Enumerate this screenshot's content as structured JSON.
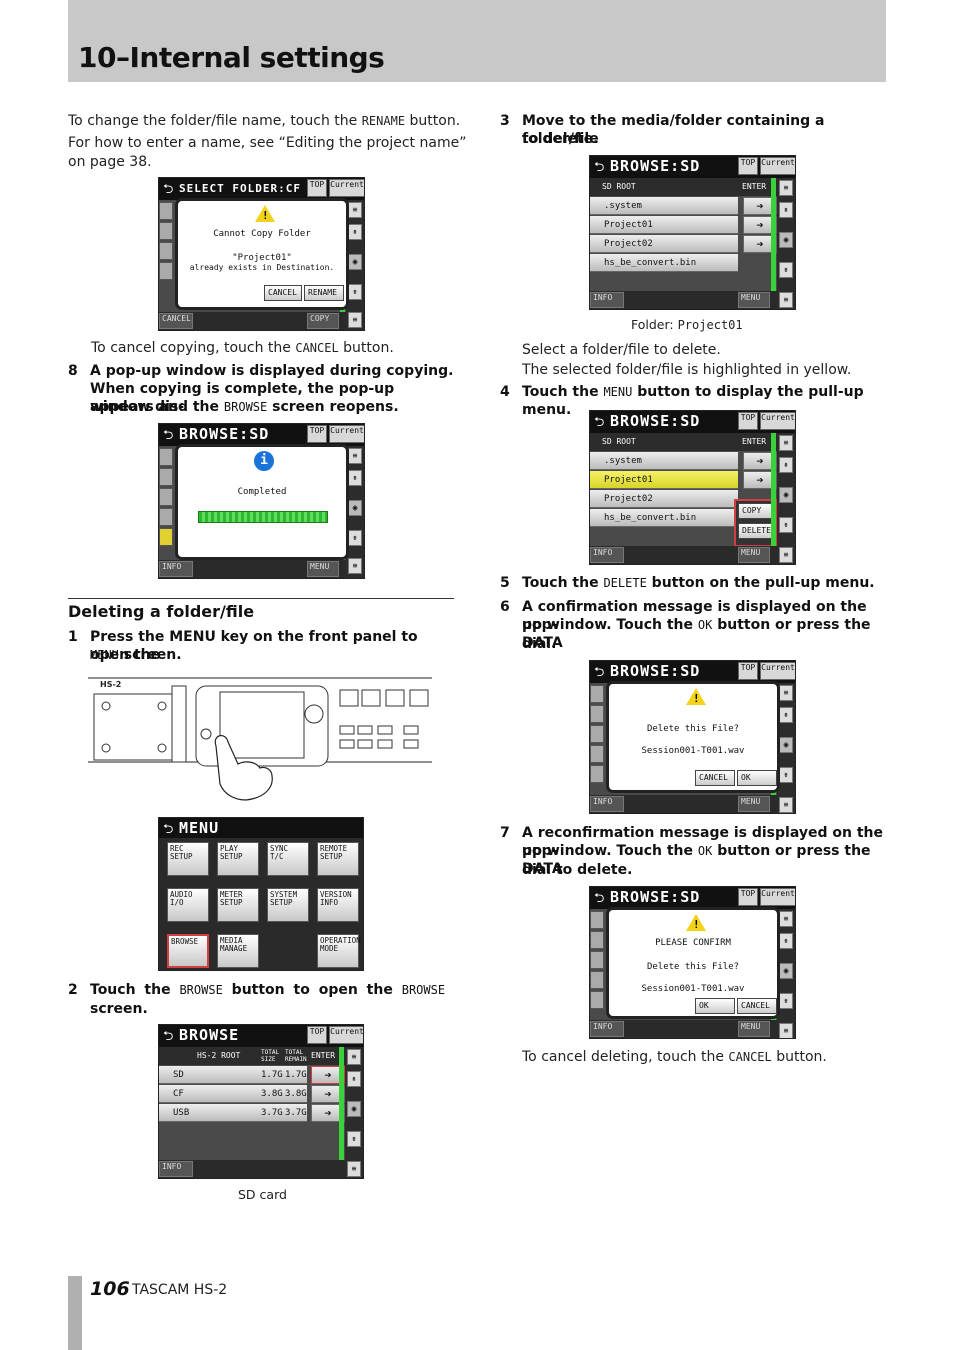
{
  "header": {
    "title": "10–Internal settings"
  },
  "left": {
    "p1a": "To change the folder/file name, touch the ",
    "p1_code": "RENAME",
    "p1b": " button.",
    "p2": "For how to enter a name, see “Editing the project name”",
    "p2b": "on page 38.",
    "scr1": {
      "title": "SELECT FOLDER:CF",
      "top": "TOP",
      "current": "Current",
      "msg1": "Cannot Copy Folder",
      "msg2": "\"Project01\"",
      "msg3": "already exists in Destination.",
      "cancel": "CANCEL",
      "rename": "RENAME",
      "f_cancel": "CANCEL",
      "f_copy": "COPY"
    },
    "cancel_a": "To cancel copying, touch the ",
    "cancel_code": "CANCEL",
    "cancel_b": " button.",
    "s8_num": "8",
    "s8_l1": "A pop-up window is displayed during copying.",
    "s8_l2": "When copying is complete, the pop-up window dis-",
    "s8_l3a": "appears and the ",
    "s8_code": "BROWSE",
    "s8_l3b": " screen reopens.",
    "scr2": {
      "title": "BROWSE:SD",
      "top": "TOP",
      "current": "Current",
      "msg": "Completed",
      "f_info": "INFO",
      "f_menu": "MENU"
    },
    "section": "Deleting a folder/file",
    "s1_num": "1",
    "s1_l1": "Press the MENU key on the front panel to open the",
    "s1_code": "MENU",
    "s1_l2": " screen.",
    "device": {
      "model": "HS-2"
    },
    "menu": {
      "title": "MENU",
      "items": [
        "REC SETUP",
        "PLAY SETUP",
        "SYNC T/C",
        "REMOTE SETUP",
        "AUDIO I/O",
        "METER SETUP",
        "SYSTEM SETUP",
        "VERSION INFO",
        "BROWSE",
        "MEDIA MANAGE",
        "",
        "OPERATION MODE"
      ]
    },
    "s2_num": "2",
    "s2_a": "Touch the ",
    "s2_code1": "BROWSE",
    "s2_b": " button to open the ",
    "s2_code2": "BROWSE",
    "s2_c": "screen.",
    "scr3": {
      "title": "BROWSE",
      "top": "TOP",
      "current": "Current",
      "root": "HS-2 ROOT",
      "total_size": "TOTAL SIZE",
      "total_remain": "TOTAL REMAIN",
      "enter": "ENTER",
      "rows": [
        {
          "name": "SD",
          "size": "1.7G",
          "remain": "1.7G"
        },
        {
          "name": "CF",
          "size": "3.8G",
          "remain": "3.8G"
        },
        {
          "name": "USB",
          "size": "3.7G",
          "remain": "3.7G"
        }
      ],
      "f_info": "INFO"
    },
    "caption3": "SD card"
  },
  "right": {
    "s3_num": "3",
    "s3_l1": "Move to the media/folder containing a folder/file",
    "s3_l2": "to delete.",
    "scr4": {
      "title": "BROWSE:SD",
      "top": "TOP",
      "current": "Current",
      "root": "SD ROOT",
      "enter": "ENTER",
      "rows": [
        ".system",
        "Project01",
        "Project02",
        "hs_be_convert.bin"
      ],
      "f_info": "INFO",
      "f_menu": "MENU"
    },
    "cap4a": "Folder: ",
    "cap4_code": "Project01",
    "p3": "Select a folder/file to delete.",
    "p4": "The selected folder/file is highlighted in yellow.",
    "s4_num": "4",
    "s4_a": "Touch the ",
    "s4_code": "MENU",
    "s4_b": " button to display the pull-up menu.",
    "scr5": {
      "title": "BROWSE:SD",
      "top": "TOP",
      "current": "Current",
      "root": "SD ROOT",
      "enter": "ENTER",
      "rows": [
        ".system",
        "Project01",
        "Project02",
        "hs_be_convert.bin"
      ],
      "copy": "COPY",
      "delete": "DELETE",
      "f_info": "INFO",
      "f_menu": "MENU"
    },
    "s5_num": "5",
    "s5_a": "Touch the ",
    "s5_code": "DELETE",
    "s5_b": " button on the pull-up menu.",
    "s6_num": "6",
    "s6_l1": "A confirmation message is displayed on the pop-",
    "s6_l2a": "up window. Touch the ",
    "s6_code": "OK",
    "s6_l2b": " button or press the DATA",
    "s6_l3": "dial.",
    "scr6": {
      "title": "BROWSE:SD",
      "top": "TOP",
      "current": "Current",
      "msg1": "Delete this File?",
      "msg2": "Session001-T001.wav",
      "cancel": "CANCEL",
      "ok": "OK",
      "f_info": "INFO",
      "f_menu": "MENU"
    },
    "s7_num": "7",
    "s7_l1": "A reconfirmation message is displayed on the pop-",
    "s7_l2a": "up window. Touch the ",
    "s7_code": "OK",
    "s7_l2b": " button or press the DATA",
    "s7_l3": "dial to delete.",
    "scr7": {
      "title": "BROWSE:SD",
      "top": "TOP",
      "current": "Current",
      "msg0": "PLEASE CONFIRM",
      "msg1": "Delete this File?",
      "msg2": "Session001-T001.wav",
      "ok": "OK",
      "cancel": "CANCEL",
      "f_info": "INFO",
      "f_menu": "MENU"
    },
    "c7a": "To cancel deleting, touch the ",
    "c7_code": "CANCEL",
    "c7b": " button."
  },
  "footer": {
    "page": "106",
    "product": "TASCAM HS-2"
  }
}
